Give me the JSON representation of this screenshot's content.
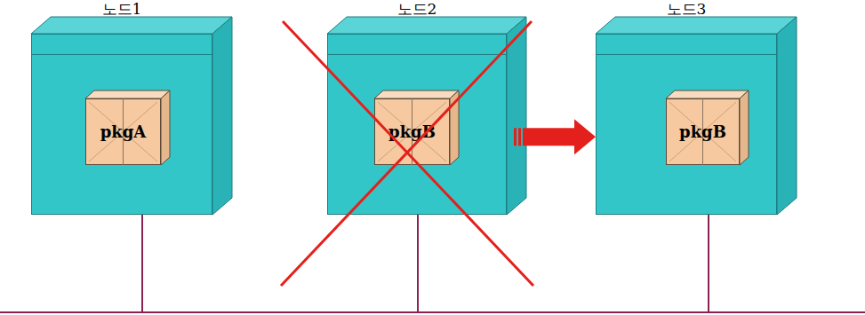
{
  "diagram": {
    "nodes": [
      {
        "text": [
          "노드1"
        ]
      },
      {
        "text": [
          "pkgA"
        ],
        "in": 0
      },
      {
        "text": [
          "노드2"
        ]
      },
      {
        "text": [
          "pkgB"
        ],
        "in": 2
      },
      {
        "text": [
          "노드3"
        ]
      },
      {
        "text": [
          "pkgB"
        ],
        "in": 4
      }
    ],
    "edges": [
      {
        "from": 0,
        "to": 2,
        "arrow": "none"
      },
      {
        "from": 2,
        "to": 4,
        "arrow": "none"
      },
      {
        "from": 2,
        "to": 4,
        "arrow": "to"
      }
    ]
  }
}
